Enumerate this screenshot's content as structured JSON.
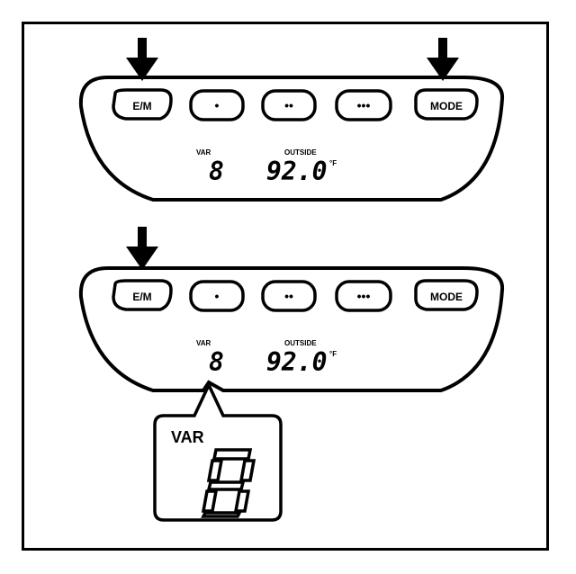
{
  "panel_top": {
    "buttons": {
      "em": "E/M",
      "one_dot": "•",
      "two_dot": "••",
      "three_dot": "•••",
      "mode": "MODE"
    },
    "var_label": "VAR",
    "var_digit": "8",
    "outside_label": "OUTSIDE",
    "temperature": "92.0",
    "temp_unit": "°F",
    "arrow_targets": [
      "E/M",
      "MODE"
    ]
  },
  "panel_bottom": {
    "buttons": {
      "em": "E/M",
      "one_dot": "•",
      "two_dot": "••",
      "three_dot": "•••",
      "mode": "MODE"
    },
    "var_label": "VAR",
    "var_digit": "8",
    "outside_label": "OUTSIDE",
    "temperature": "92.0",
    "temp_unit": "°F",
    "arrow_targets": [
      "E/M"
    ]
  },
  "callout": {
    "label": "VAR",
    "digit": "8"
  },
  "colors": {
    "ink": "#000000",
    "background": "#ffffff"
  }
}
